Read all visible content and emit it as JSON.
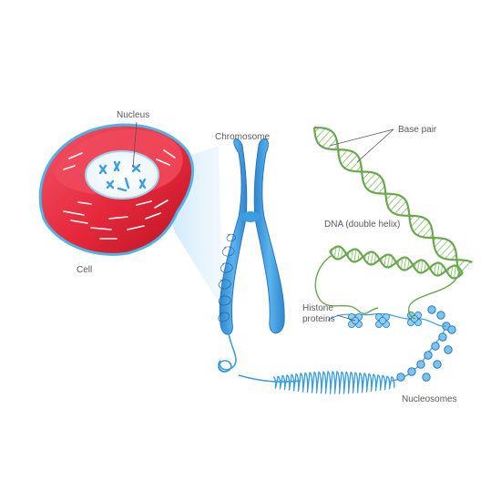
{
  "labels": {
    "nucleus": "Nucleus",
    "cell": "Cell",
    "chromosome": "Chromosome",
    "base_pair": "Base pair",
    "dna": "DNA (double helix)",
    "histone_line1": "Histone",
    "histone_line2": "proteins",
    "nucleosomes": "Nucleosomes"
  },
  "colors": {
    "cell_red": "#e5283a",
    "cell_rim": "#4fb3e8",
    "chromosome_blue": "#3c9ee0",
    "dna_green": "#6aa84f",
    "label_grey": "#5a5a5a"
  }
}
